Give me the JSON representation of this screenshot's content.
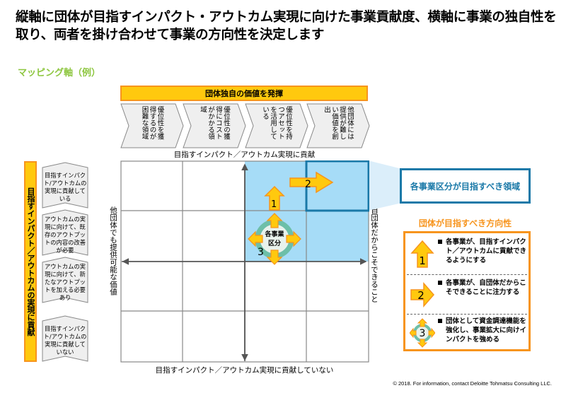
{
  "header": {
    "title": "縦軸に団体が目指すインパクト・アウトカム実現に向けた事業貢献度、横軸に事業の独自性を取り、両者を掛け合わせて事業の方向性を決定します",
    "subtitle": "マッピング軸（例）"
  },
  "horizontal_axis": {
    "banner": "団体独自の価値を発揮",
    "chevrons": [
      {
        "label": "優位性を獲得するのが困難な領域"
      },
      {
        "label": "優位性の獲得にコストがかかる領域"
      },
      {
        "label": "優位性を持つアセットを活用している"
      },
      {
        "label": "他団体には提供が難しい価値を創出"
      }
    ],
    "top_label": "目指すインパクト／アウトカム実現に貢献",
    "bottom_label": "目指すインパクト／アウトカム実現に貢献していない",
    "left_label": "他団体でも提供可能な価値",
    "right_label": "自団体だからこそできること"
  },
  "vertical_axis": {
    "banner": "目指すインパクト／アウトカムの実現に貢献",
    "chevrons": [
      {
        "label": "目指すインパクト/アウトカムの実現に貢献している"
      },
      {
        "label": "アウトカムの実現に向けて、既存のアウトプットの内容の改善が必要"
      },
      {
        "label": "アウトカムの実現に向けて、新たなアウトプットを加える必要あり"
      },
      {
        "label": "目指すインパクト/アウトカムの実現に貢献していない"
      }
    ]
  },
  "matrix": {
    "rows": 4,
    "cols": 4,
    "highlight_color": "#a6dcf7",
    "target_border_color": "#1a79a8",
    "center_label": "各事業区分",
    "arrow_labels": [
      "1",
      "2",
      "3"
    ]
  },
  "legend": {
    "target_area": "各事業区分が目指すべき領域",
    "direction_title": "団体が目指すべき方向性",
    "items": [
      {
        "num": "1",
        "icon": "up-arrow-icon",
        "text": "各事業が、目指すインパクト／アウトカムに貢献できるようにする"
      },
      {
        "num": "2",
        "icon": "right-arrow-icon",
        "text": "各事業が、自団体だからこそできることに注力する"
      },
      {
        "num": "3",
        "icon": "four-way-arrow-icon",
        "text": "団体として資金調達機能を強化し、事業拡大に向けインパクトを強める"
      }
    ]
  },
  "colors": {
    "accent_yellow": "#ffc90e",
    "accent_orange": "#f7941d",
    "accent_blue": "#1a79a8",
    "subtitle_green": "#8dc63f"
  },
  "footer": {
    "copyright": "© 2018. For information, contact Deloitte Tohmatsu Consulting LLC."
  }
}
